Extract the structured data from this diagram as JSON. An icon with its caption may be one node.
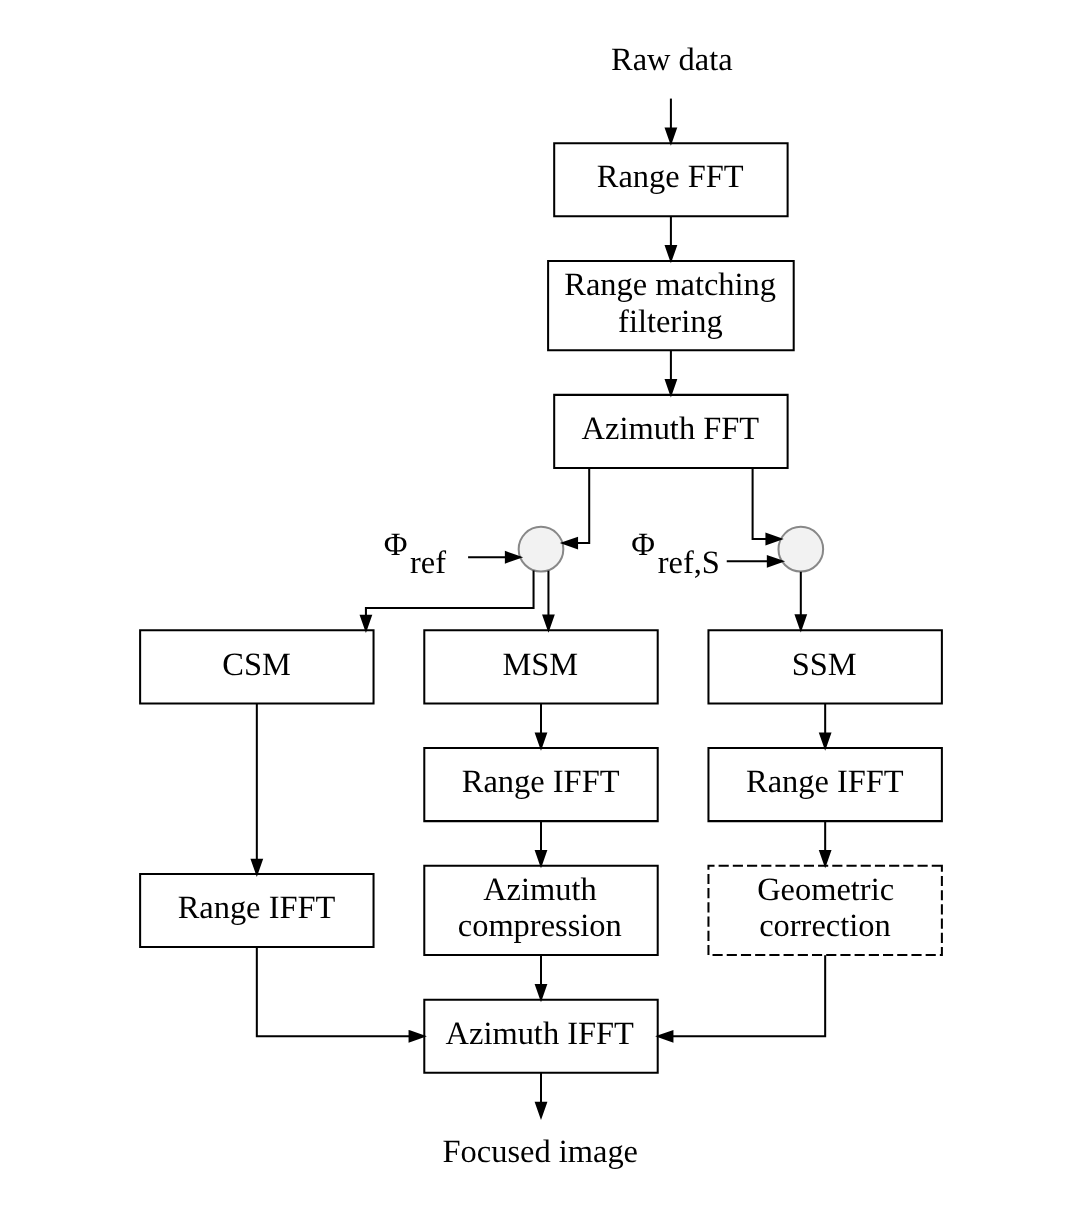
{
  "diagram": {
    "nodes": [
      {
        "text": [
          "Raw data"
        ]
      },
      {
        "text": [
          "Range FFT"
        ]
      },
      {
        "text": [
          "Range matching filtering"
        ]
      },
      {
        "text": [
          "Azimuth FFT"
        ]
      },
      {
        "text": [
          "Φ$_{ref}$"
        ]
      },
      {
        "text": [],
        "shape": "circle"
      },
      {
        "text": [
          "Φ$_{ref,S}$"
        ]
      },
      {
        "text": [],
        "shape": "circle"
      },
      {
        "text": [
          "CSM"
        ]
      },
      {
        "text": [
          "MSM"
        ]
      },
      {
        "text": [
          "SSM"
        ]
      },
      {
        "text": [
          "Range IFFT"
        ]
      },
      {
        "text": [
          "Range IFFT"
        ]
      },
      {
        "text": [
          "Range IFFT"
        ]
      },
      {
        "text": [
          "Azimuth compression"
        ]
      },
      {
        "text": [
          "Geometric correction"
        ]
      },
      {
        "text": [
          "Azimuth IFFT"
        ]
      },
      {
        "text": [
          "Focused image"
        ]
      }
    ],
    "edges": [
      {
        "from": 0,
        "to": 1,
        "arrow": "to"
      },
      {
        "from": 1,
        "to": 2,
        "arrow": "to"
      },
      {
        "from": 2,
        "to": 3,
        "arrow": "to"
      },
      {
        "from": 3,
        "to": 5,
        "arrow": "to"
      },
      {
        "from": 3,
        "to": 7,
        "arrow": "to"
      },
      {
        "from": 4,
        "to": 5,
        "arrow": "to"
      },
      {
        "from": 6,
        "to": 7,
        "arrow": "to"
      },
      {
        "from": 5,
        "to": 8,
        "arrow": "to"
      },
      {
        "from": 5,
        "to": 9,
        "arrow": "to"
      },
      {
        "from": 7,
        "to": 10,
        "arrow": "to"
      },
      {
        "from": 8,
        "to": 11,
        "arrow": "to"
      },
      {
        "from": 9,
        "to": 12,
        "arrow": "to"
      },
      {
        "from": 10,
        "to": 13,
        "arrow": "to"
      },
      {
        "from": 12,
        "to": 14,
        "arrow": "to"
      },
      {
        "from": 13,
        "to": 15,
        "arrow": "to"
      },
      {
        "from": 11,
        "to": 16,
        "arrow": "to"
      },
      {
        "from": 14,
        "to": 16,
        "arrow": "to"
      },
      {
        "from": 15,
        "to": 16,
        "arrow": "to"
      },
      {
        "from": 16,
        "to": 17,
        "arrow": "to"
      }
    ]
  }
}
